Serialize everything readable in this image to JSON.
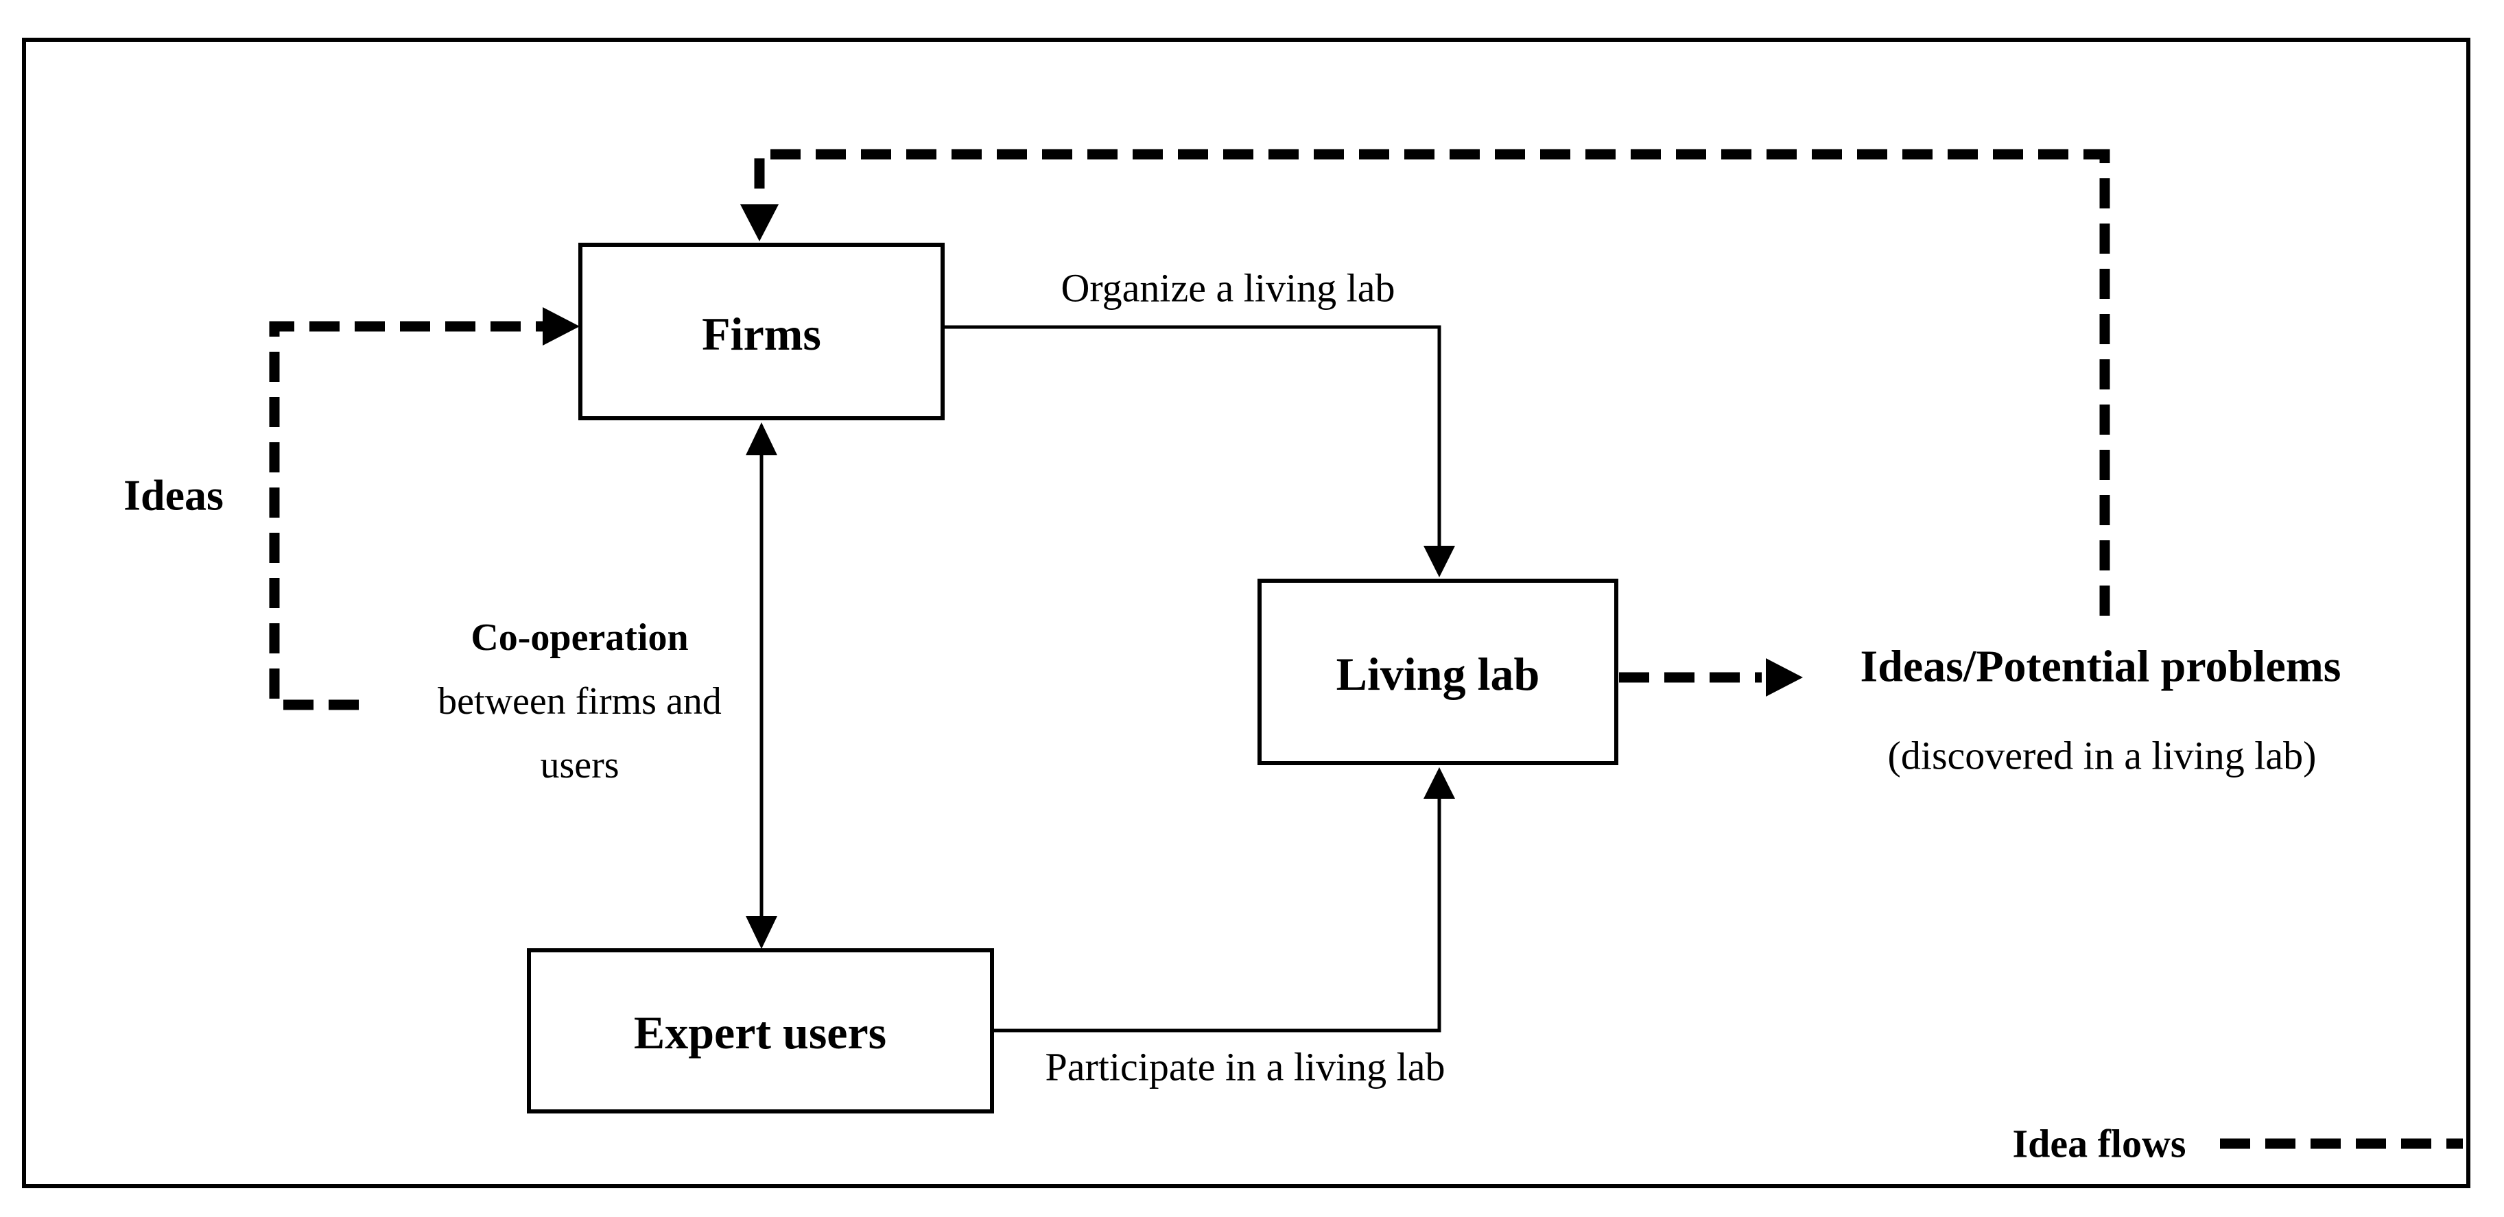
{
  "figure": {
    "background": "#ffffff",
    "line_color": "#000000",
    "boxes": {
      "firms": {
        "label": "Firms",
        "fill": "#ffffff"
      },
      "living_lab": {
        "label": "Living lab",
        "fill": "#dcdcdc"
      },
      "expert_users": {
        "label": "Expert users",
        "fill": "#ffffff"
      }
    },
    "edge_labels": {
      "ideas": "Ideas",
      "cooperation": {
        "line1": "Co-operation",
        "line2": "between firms and",
        "line3": "users"
      },
      "organize": "Organize a living lab",
      "participate": "Participate in a living lab",
      "output": {
        "line1": "Ideas/Potential problems",
        "line2": "(discovered in a living lab)"
      }
    },
    "legend": {
      "label": "Idea flows",
      "line_style": "dashed"
    }
  }
}
